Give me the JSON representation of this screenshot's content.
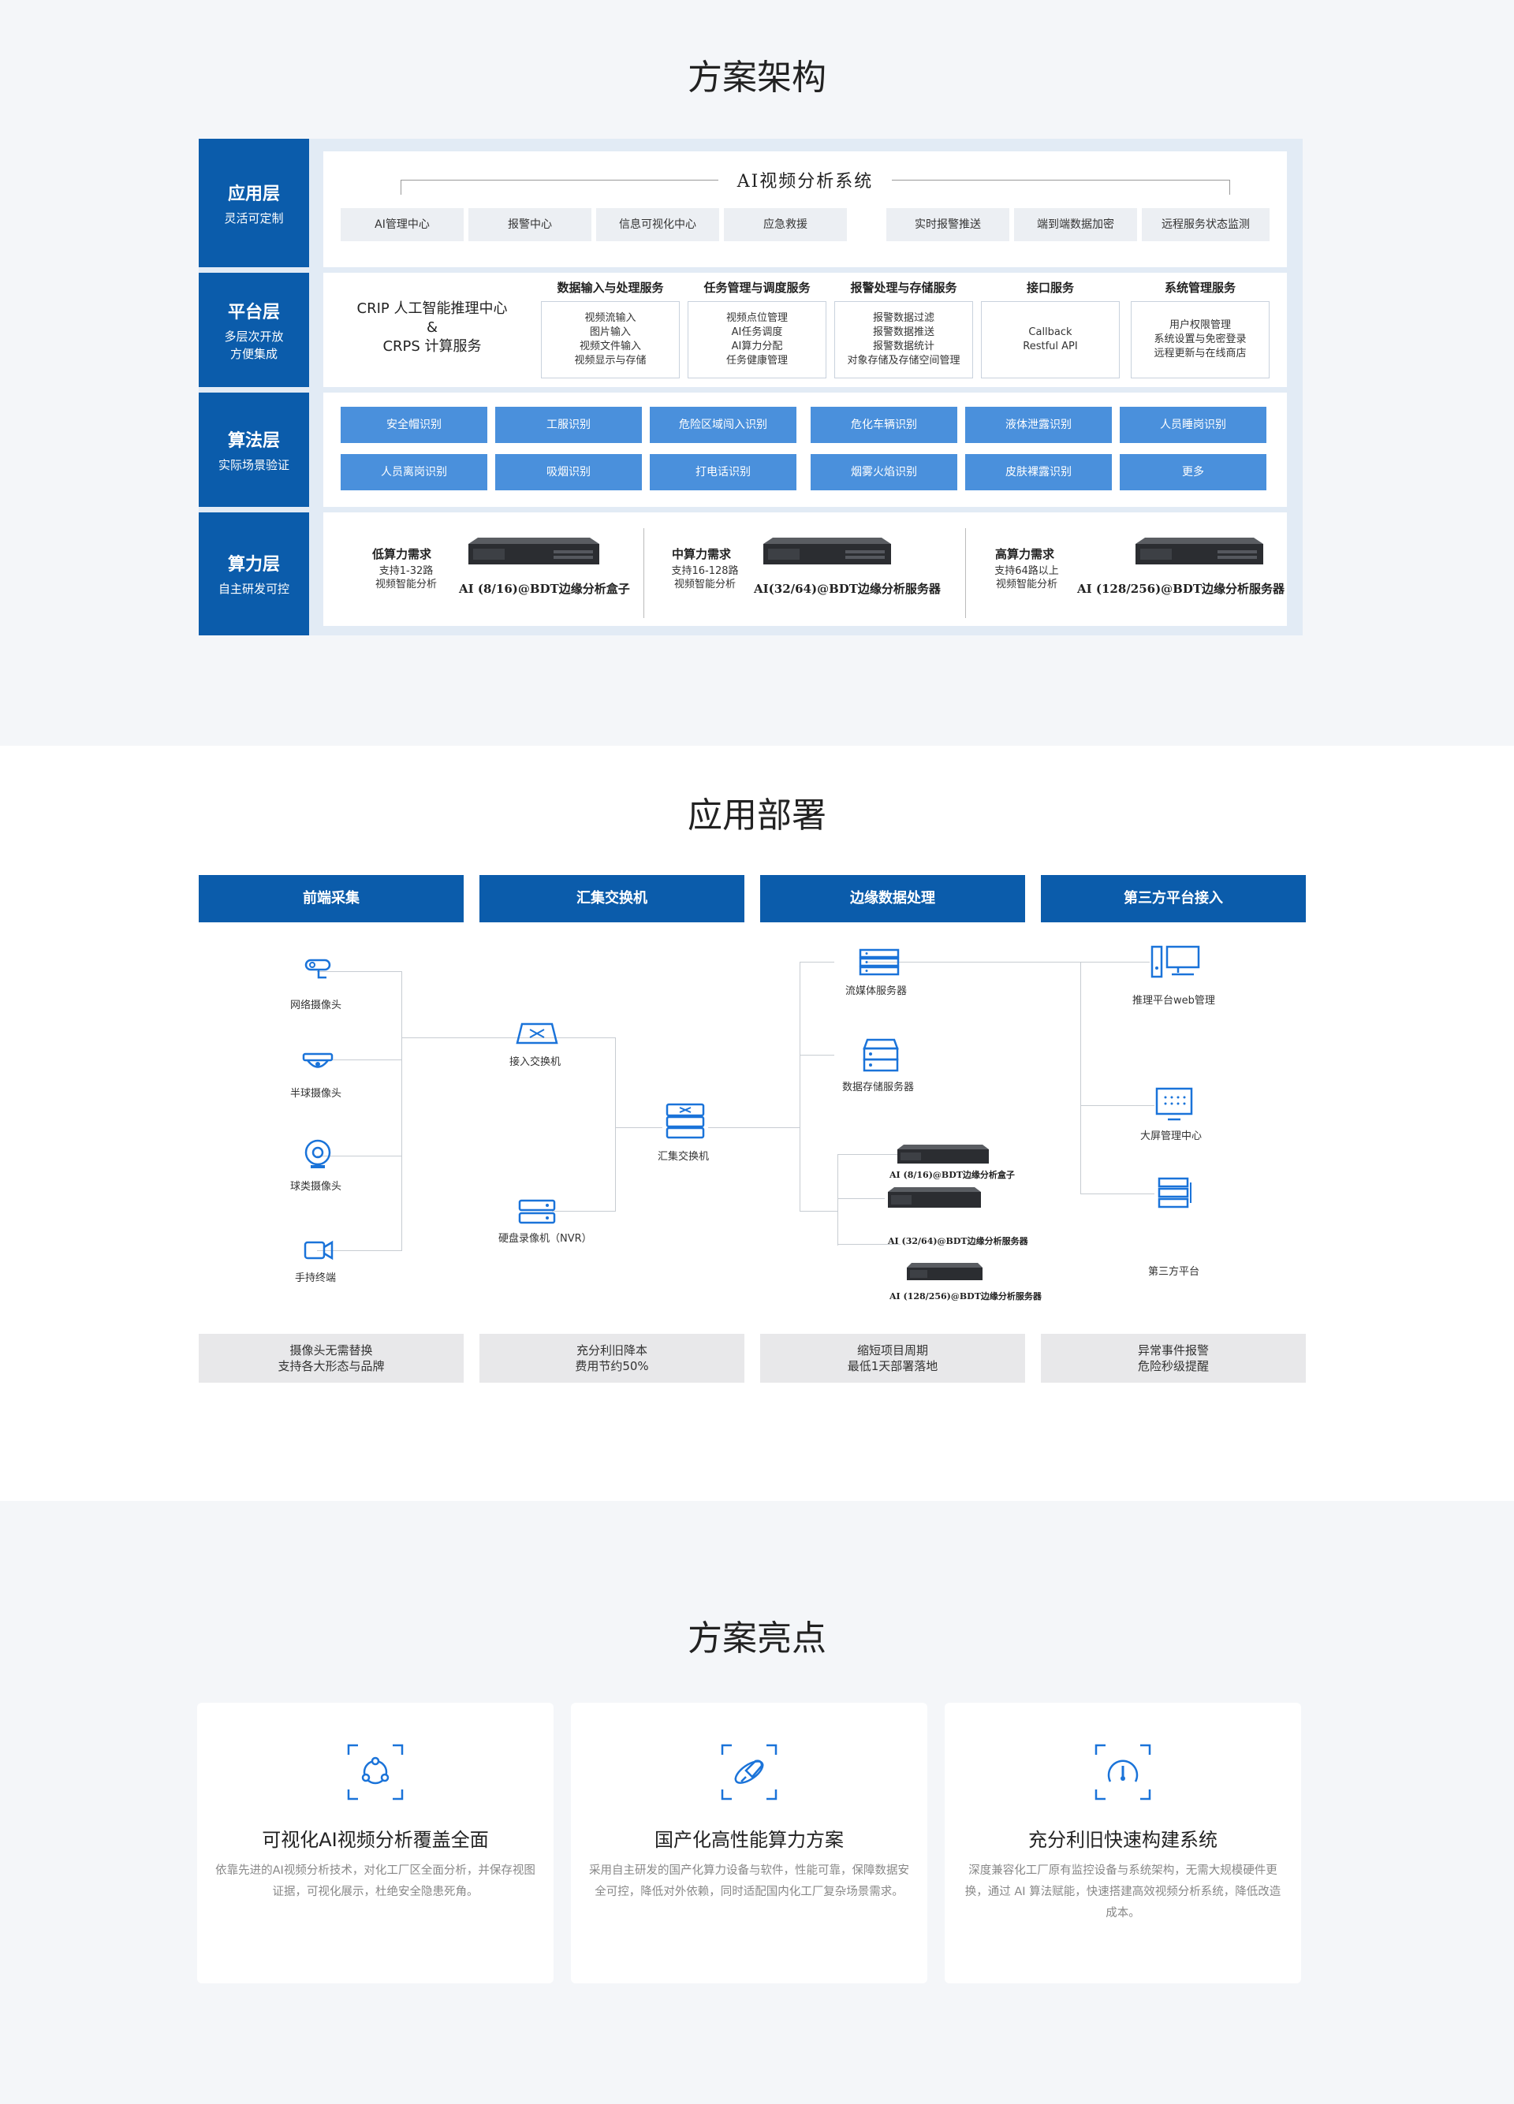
{
  "section1": {
    "title": "方案架构",
    "layers": [
      {
        "name": "应用层",
        "sub": "灵活可定制"
      },
      {
        "name": "平台层",
        "sub": "多层次开放\n方便集成"
      },
      {
        "name": "算法层",
        "sub": "实际场景验证"
      },
      {
        "name": "算力层",
        "sub": "自主研发可控"
      }
    ],
    "app": {
      "system_title": "AI视频分析系统",
      "buttons": [
        "AI管理中心",
        "报警中心",
        "信息可视化中心",
        "应急救援",
        "实时报警推送",
        "端到端数据加密",
        "远程服务状态监测"
      ]
    },
    "platform": {
      "crip_line1": "CRIP 人工智能推理中心",
      "crip_amp": "&",
      "crip_line2": "CRPS 计算服务",
      "services": [
        {
          "head": "数据输入与处理服务",
          "lines": [
            "视频流输入",
            "图片输入",
            "视频文件输入",
            "视频显示与存储"
          ]
        },
        {
          "head": "任务管理与调度服务",
          "lines": [
            "视频点位管理",
            "AI任务调度",
            "AI算力分配",
            "任务健康管理"
          ]
        },
        {
          "head": "报警处理与存储服务",
          "lines": [
            "报警数据过滤",
            "报警数据推送",
            "报警数据统计",
            "对象存储及存储空间管理"
          ]
        },
        {
          "head": "接口服务",
          "lines": [
            "Callback",
            "Restful API"
          ]
        },
        {
          "head": "系统管理服务",
          "lines": [
            "用户权限管理",
            "系统设置与免密登录",
            "远程更新与在线商店"
          ]
        }
      ]
    },
    "algorithms": [
      "安全帽识别",
      "工服识别",
      "危险区域闯入识别",
      "危化车辆识别",
      "液体泄露识别",
      "人员睡岗识别",
      "人员离岗识别",
      "吸烟识别",
      "打电话识别",
      "烟雾火焰识别",
      "皮肤裸露识别",
      "更多"
    ],
    "compute": [
      {
        "head": "低算力需求",
        "l1": "支持1-32路",
        "l2": "视频智能分析",
        "device": "AI (8/16)@BDT边缘分析盒子"
      },
      {
        "head": "中算力需求",
        "l1": "支持16-128路",
        "l2": "视频智能分析",
        "device": "AI(32/64)@BDT边缘分析服务器"
      },
      {
        "head": "高算力需求",
        "l1": "支持64路以上",
        "l2": "视频智能分析",
        "device": "AI (128/256)@BDT边缘分析服务器"
      }
    ]
  },
  "section2": {
    "title": "应用部署",
    "columns": [
      "前端采集",
      "汇集交换机",
      "边缘数据处理",
      "第三方平台接入"
    ],
    "footers": [
      [
        "摄像头无需替换",
        "支持各大形态与品牌"
      ],
      [
        "充分利旧降本",
        "费用节约50%"
      ],
      [
        "缩短项目周期",
        "最低1天部署落地"
      ],
      [
        "异常事件报警",
        "危险秒级提醒"
      ]
    ],
    "nodes": {
      "cam_net": "网络摄像头",
      "cam_dome": "半球摄像头",
      "cam_ball": "球类摄像头",
      "handheld": "手持终端",
      "access_switch": "接入交换机",
      "nvr": "硬盘录像机（NVR）",
      "core_switch": "汇集交换机",
      "stream_server": "流媒体服务器",
      "storage_server": "数据存储服务器",
      "dev1": "AI (8/16)@BDT边缘分析盒子",
      "dev2": "AI (32/64)@BDT边缘分析服务器",
      "dev3": "AI (128/256)@BDT边缘分析服务器",
      "web_mgmt": "推理平台web管理",
      "big_screen": "大屏管理中心",
      "third_party": "第三方平台"
    }
  },
  "section3": {
    "title": "方案亮点",
    "cards": [
      {
        "title": "可视化AI视频分析覆盖全面",
        "desc": "依靠先进的AI视频分析技术，对化工厂区全面分析，并保存视图证据，可视化展示，杜绝安全隐患死角。"
      },
      {
        "title": "国产化高性能算力方案",
        "desc": "采用自主研发的国产化算力设备与软件，性能可靠，保障数据安全可控，降低对外依赖，同时适配国内化工厂复杂场景需求。"
      },
      {
        "title": "充分利旧快速构建系统",
        "desc": "深度兼容化工厂原有监控设备与系统架构，无需大规模硬件更换，通过 AI 算法赋能，快速搭建高效视频分析系统，降低改造成本。"
      }
    ]
  },
  "colors": {
    "brand_blue": "#0b5cab",
    "algo_blue": "#4a90dc",
    "icon_blue": "#1a73d9"
  }
}
